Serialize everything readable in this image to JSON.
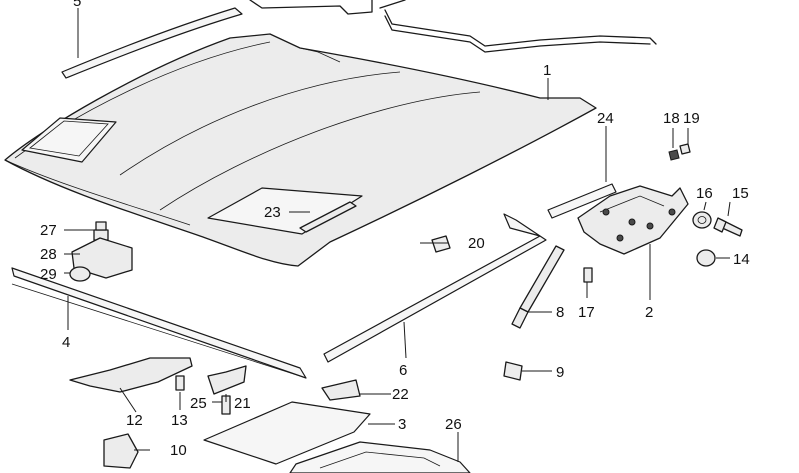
{
  "callouts": {
    "c1": "1",
    "c2": "2",
    "c3": "3",
    "c4": "4",
    "c5": "5",
    "c6": "6",
    "c8": "8",
    "c9": "9",
    "c10": "10",
    "c12": "12",
    "c13": "13",
    "c14": "14",
    "c15": "15",
    "c16": "16",
    "c17": "17",
    "c18": "18",
    "c19": "19",
    "c20": "20",
    "c21": "21",
    "c22": "22",
    "c23": "23",
    "c24": "24",
    "c25": "25",
    "c26": "26",
    "c27": "27",
    "c28": "28",
    "c29": "29"
  }
}
